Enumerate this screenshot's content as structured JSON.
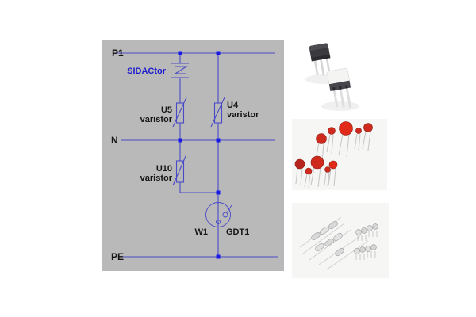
{
  "schematic": {
    "labels": {
      "p1": "P1",
      "n": "N",
      "pe": "PE",
      "sidactor": "SIDACtor",
      "u5_ref": "U5",
      "u5_type": "varistor",
      "u4_ref": "U4",
      "u4_type": "varistor",
      "u10_ref": "U10",
      "u10_type": "varistor",
      "w1": "W1",
      "gdt1": "GDT1"
    },
    "colors": {
      "panel_bg": "#b9b9b9",
      "wire": "#4a4ac8",
      "junction": "#1a1ae8",
      "label_text": "#151515",
      "sidactor_label": "#1c1ccc"
    }
  },
  "photos": [
    {
      "name": "sidactor-packages-photo"
    },
    {
      "name": "disc-varistors-photo"
    },
    {
      "name": "gas-discharge-tubes-photo"
    }
  ],
  "photo_colors": {
    "photo_bg": "#f6f6f5",
    "varistor_red": "#cf2a1e",
    "varistor_red_bright": "#e22a18",
    "varistor_red_dark": "#b5251c",
    "package_dark": "#3a3a3f",
    "package_band": "#46464c",
    "package_light": "#f4f4f2",
    "lead_gray": "#c9c9c9",
    "glass_silver": "#d9d9d9"
  }
}
